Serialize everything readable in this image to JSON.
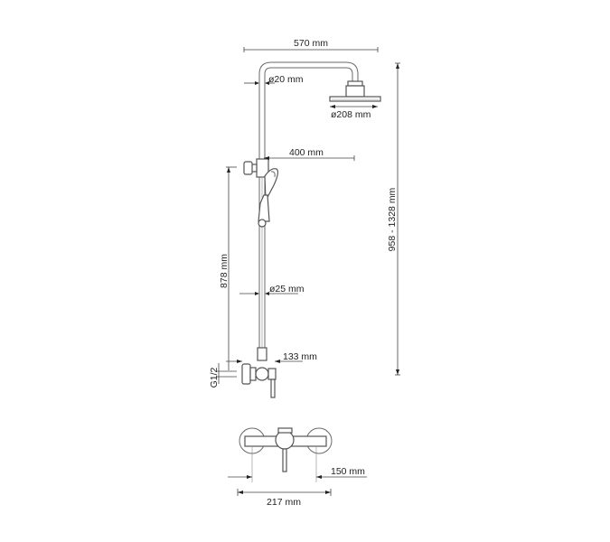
{
  "diagram": {
    "type": "technical-drawing",
    "subject": "shower system dimensions",
    "dimensions": {
      "arm_width": "570 mm",
      "pipe_diameter_top": "ø20 mm",
      "head_diameter": "ø208 mm",
      "hand_shower_offset": "400 mm",
      "rail_height": "878 mm",
      "pipe_diameter_lower": "ø25 mm",
      "mixer_projection": "133 mm",
      "thread": "G1/2",
      "total_height": "958 - 1328 mm",
      "eccentric_spacing": "150 mm",
      "mixer_width": "217 mm"
    }
  }
}
